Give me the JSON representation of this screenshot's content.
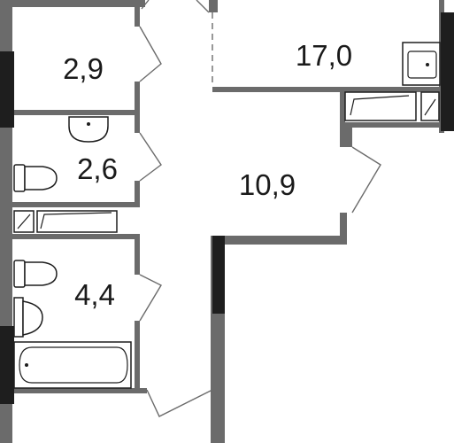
{
  "floor_plan": {
    "rooms": [
      {
        "id": "pantry",
        "area": "2,9"
      },
      {
        "id": "living-room",
        "area": "17,0"
      },
      {
        "id": "toilet",
        "area": "2,6"
      },
      {
        "id": "hallway",
        "area": "10,9"
      },
      {
        "id": "bathroom",
        "area": "4,4"
      }
    ],
    "colors": {
      "wall": "#6b6b6b",
      "window": "#1e1e1e",
      "fixture": "#1e1e1e",
      "background": "#ffffff"
    }
  }
}
